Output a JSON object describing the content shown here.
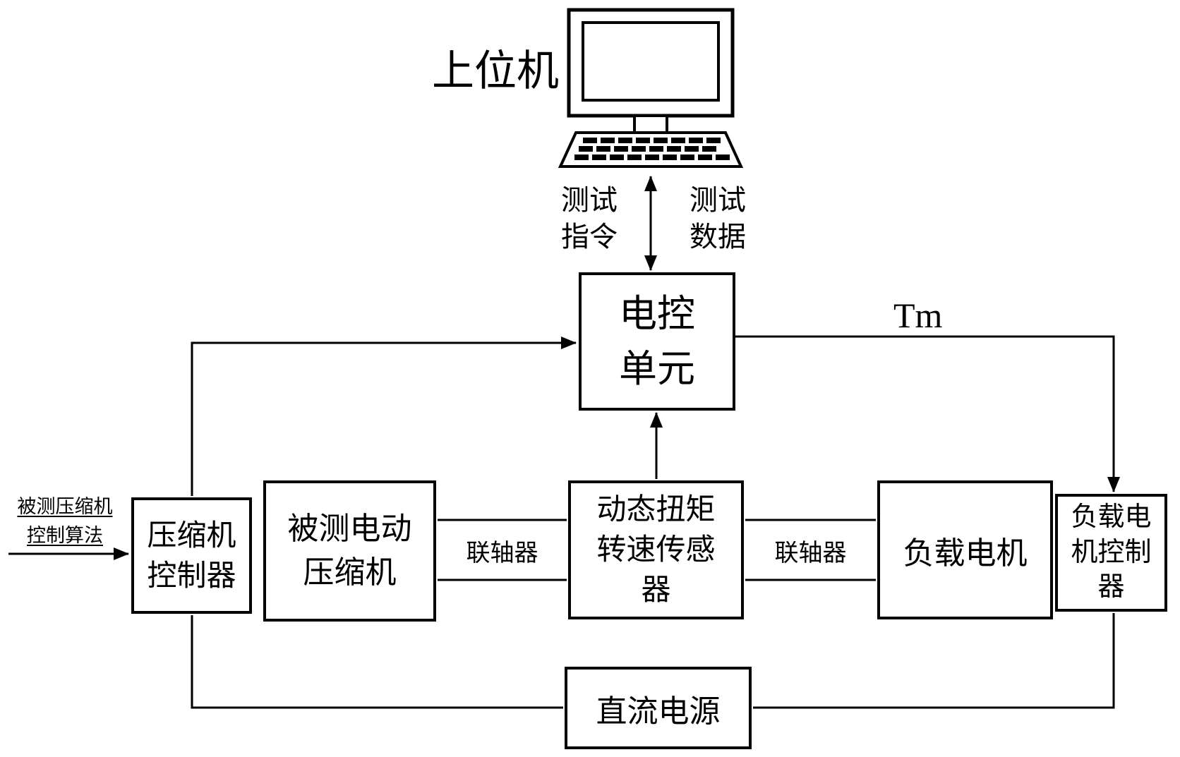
{
  "colors": {
    "line": "#000000",
    "text": "#000000",
    "background": "#ffffff"
  },
  "icons": {
    "computer": "desktop-computer-icon"
  },
  "labels": {
    "host_computer": "上位机",
    "test_command": "测试\n指令",
    "test_data": "测试\n数据",
    "torque_signal": "Tm",
    "coupling_left": "联轴器",
    "coupling_right": "联轴器",
    "input_algorithm": "被测压缩机\n控制算法"
  },
  "boxes": {
    "ecu": "电控\n单元",
    "compressor_controller": "压缩机\n控制器",
    "tested_compressor": "被测电动\n压缩机",
    "torque_speed_sensor": "动态扭矩\n转速传感\n器",
    "load_motor": "负载电机",
    "load_motor_controller": "负载电\n机控制\n器",
    "dc_power": "直流电源"
  }
}
